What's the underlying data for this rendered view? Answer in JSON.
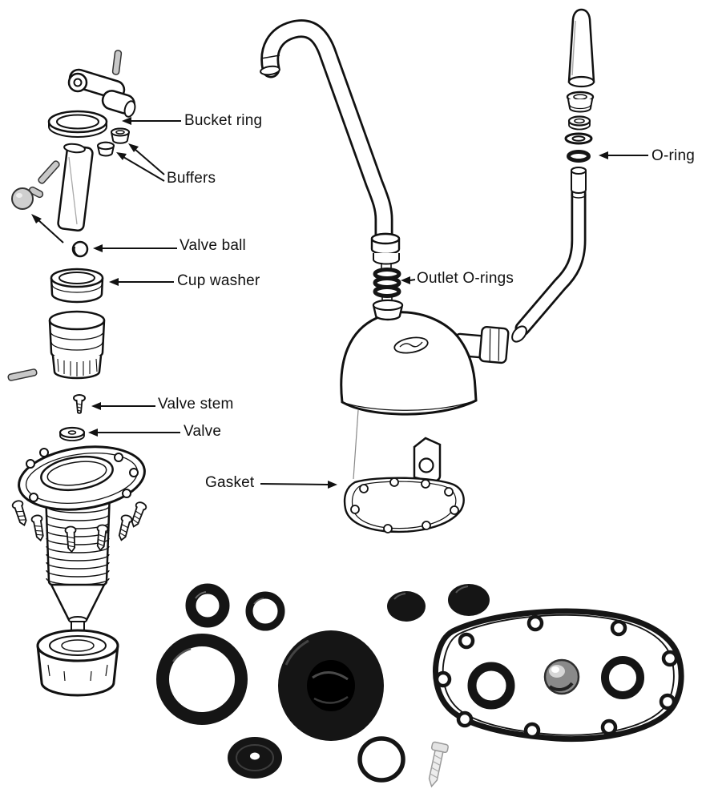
{
  "labels": {
    "bucket_ring": "Bucket ring",
    "buffers": "Buffers",
    "valve_ball": "Valve ball",
    "cup_washer": "Cup washer",
    "valve_stem": "Valve stem",
    "valve": "Valve",
    "gasket": "Gasket",
    "outlet_orings": "Outlet O-rings",
    "oring": "O-ring"
  },
  "colors": {
    "ink": "#111111",
    "rubber_black": "#151515",
    "metal_gray": "#c8c8c8",
    "background": "#ffffff"
  }
}
